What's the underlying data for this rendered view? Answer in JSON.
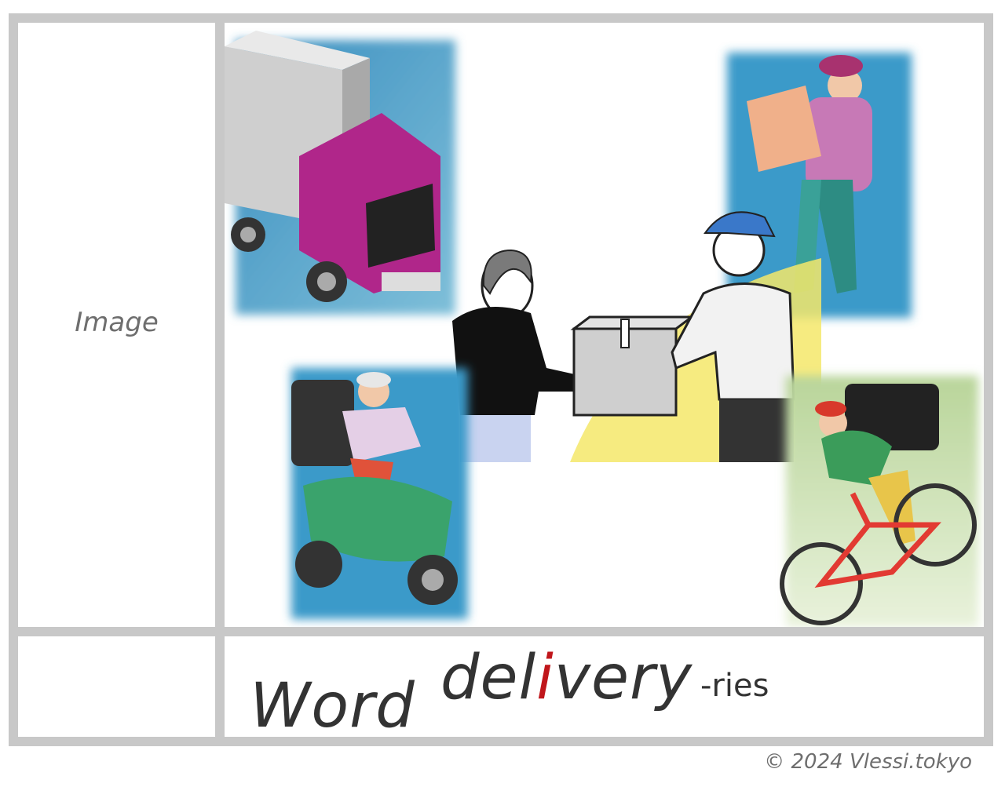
{
  "labels": {
    "image": "Image",
    "word": "Word"
  },
  "word": {
    "pre": "del",
    "highlight": "i",
    "post": "very",
    "suffix": "-ries"
  },
  "copyright": "© 2024 Vlessi.tokyo",
  "colors": {
    "border": "#c8c8c8",
    "label": "#6e6e6e",
    "word": "#333333",
    "highlight": "#c0161b"
  },
  "illustrations": [
    "delivery-truck-icon",
    "delivery-person-carrying-box-icon",
    "package-handoff-icon",
    "scooter-courier-icon",
    "bicycle-courier-icon"
  ]
}
